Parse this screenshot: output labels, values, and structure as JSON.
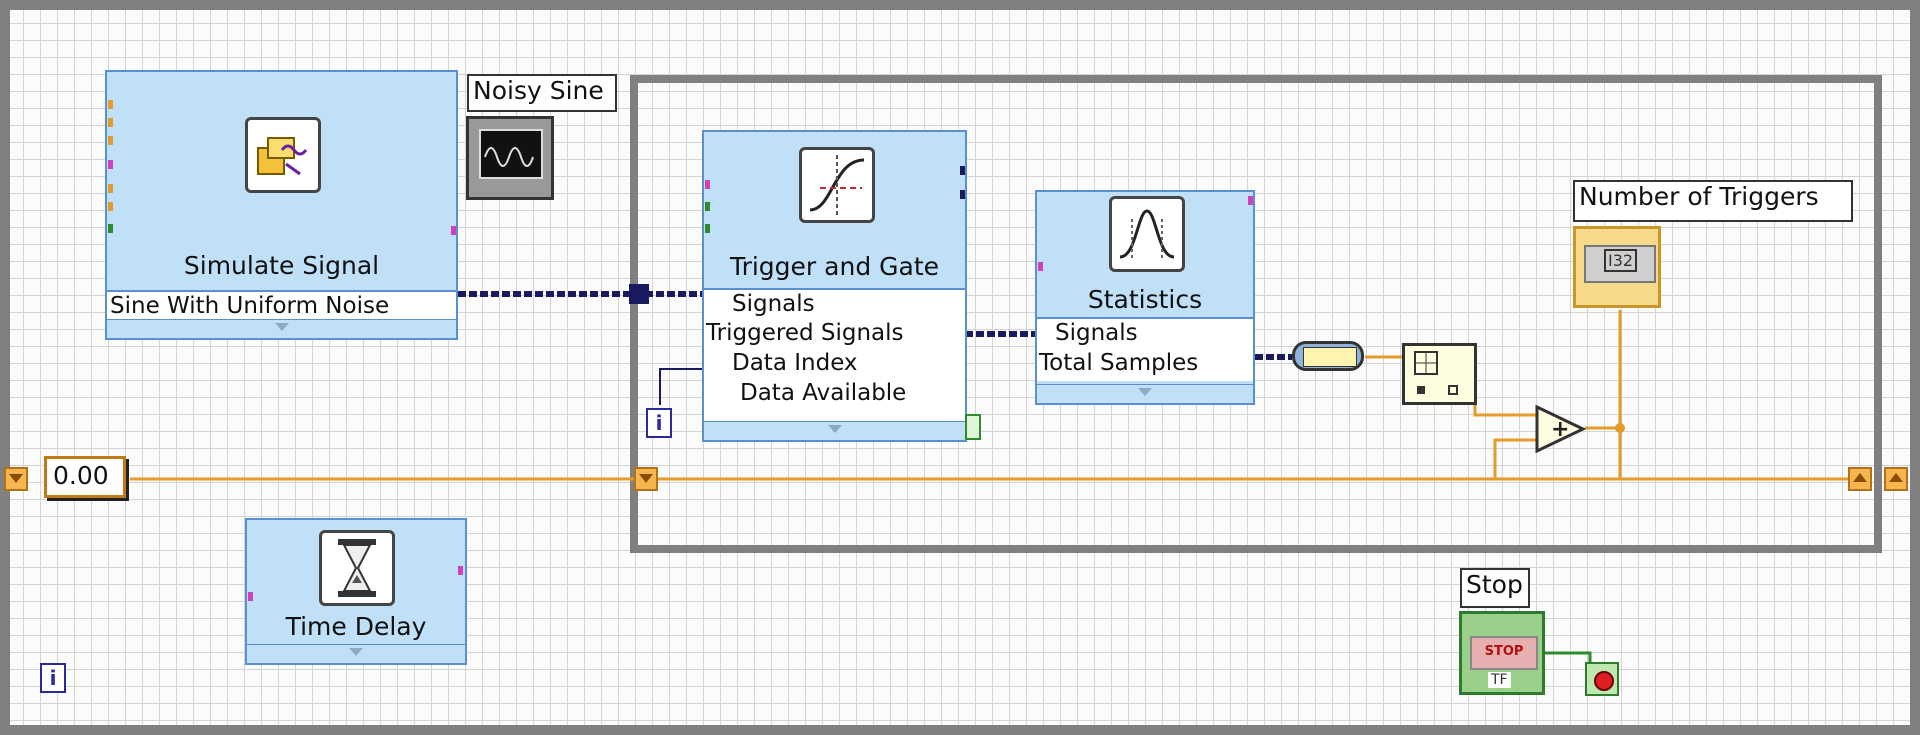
{
  "blocks": {
    "simulate_signal": {
      "title": "Simulate Signal",
      "row": "Sine With Uniform Noise"
    },
    "trigger_gate": {
      "title": "Trigger and Gate",
      "inputs": [
        "Signals",
        "Data Index"
      ],
      "outputs": [
        "Triggered Signals",
        "Data Available"
      ]
    },
    "statistics": {
      "title": "Statistics",
      "input": "Signals",
      "output": "Total Samples"
    },
    "time_delay": {
      "title": "Time Delay"
    }
  },
  "indicators": {
    "noisy_sine": "Noisy Sine",
    "number_of_triggers": "Number of Triggers",
    "triggers_display": "I32",
    "stop": "Stop",
    "stop_button_text": "STOP",
    "stop_tf": "TF"
  },
  "constants": {
    "shift_register_init": "0.00"
  },
  "iteration_terminal": "i",
  "add_symbol": "+",
  "colors": {
    "wire_numeric": "#e59b2a",
    "wire_dynamic": "#1a1a5e",
    "express_fill": "#bfe0f7",
    "frame": "#808080"
  }
}
